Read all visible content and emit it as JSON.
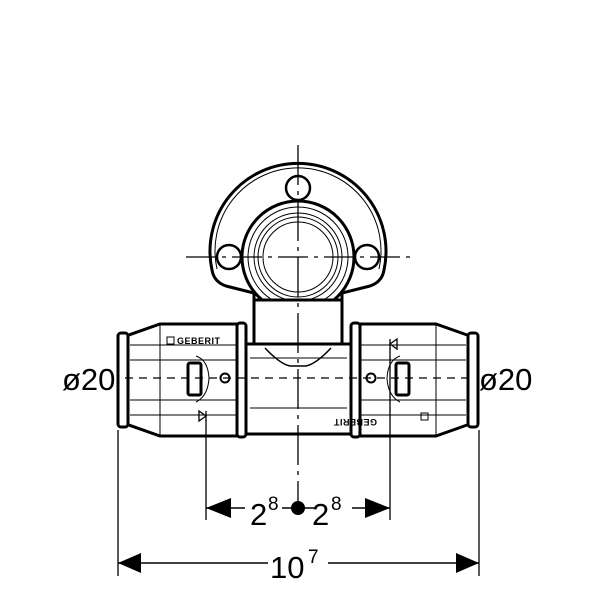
{
  "drawing": {
    "brand_logo": "GEBERIT",
    "left_diameter": "ø20",
    "right_diameter": "ø20",
    "left_offset": {
      "base": "2",
      "sup": "8"
    },
    "right_offset": {
      "base": "2",
      "sup": "8"
    },
    "overall_length": {
      "base": "10",
      "sup": "7"
    }
  }
}
